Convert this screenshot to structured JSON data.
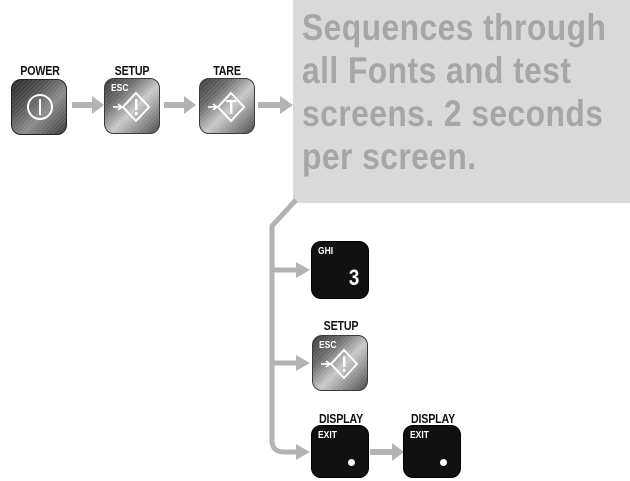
{
  "info_box": {
    "lines": [
      "Sequences through",
      "all Fonts and test",
      "screens. 2 seconds",
      "per screen."
    ]
  },
  "keys": {
    "power": {
      "label": "POWER",
      "icon": "power-icon"
    },
    "setup_top": {
      "label": "SETUP",
      "sub": "ESC",
      "icon": "setup-diamond-icon"
    },
    "tare": {
      "label": "TARE",
      "icon": "tare-diamond-icon"
    },
    "ghi": {
      "sub": "GHI",
      "number": "3"
    },
    "setup_mid": {
      "label": "SETUP",
      "sub": "ESC",
      "icon": "setup-diamond-icon"
    },
    "display1": {
      "label": "DISPLAY",
      "sub": "EXIT"
    },
    "display2": {
      "label": "DISPLAY",
      "sub": "EXIT"
    }
  },
  "colors": {
    "info_bg": "#d9d9d9",
    "info_text": "#a6a6a6",
    "arrow": "#b3b3b3",
    "key_black": "#111111"
  }
}
